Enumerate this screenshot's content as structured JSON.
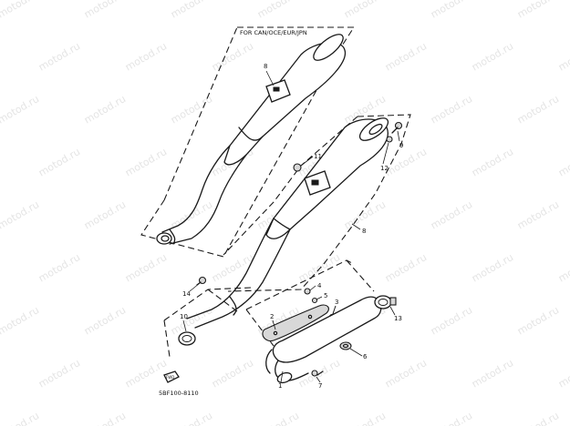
{
  "header_note": "FOR CAN/OCE/EUR/JPN",
  "diagram_code": "5BF100-8110",
  "fwd_label": "FWD",
  "watermark": "motod.ru",
  "callouts": [
    "1",
    "2",
    "3",
    "4",
    "5",
    "6",
    "7",
    "8",
    "8",
    "9",
    "10",
    "11",
    "12",
    "13",
    "14"
  ]
}
